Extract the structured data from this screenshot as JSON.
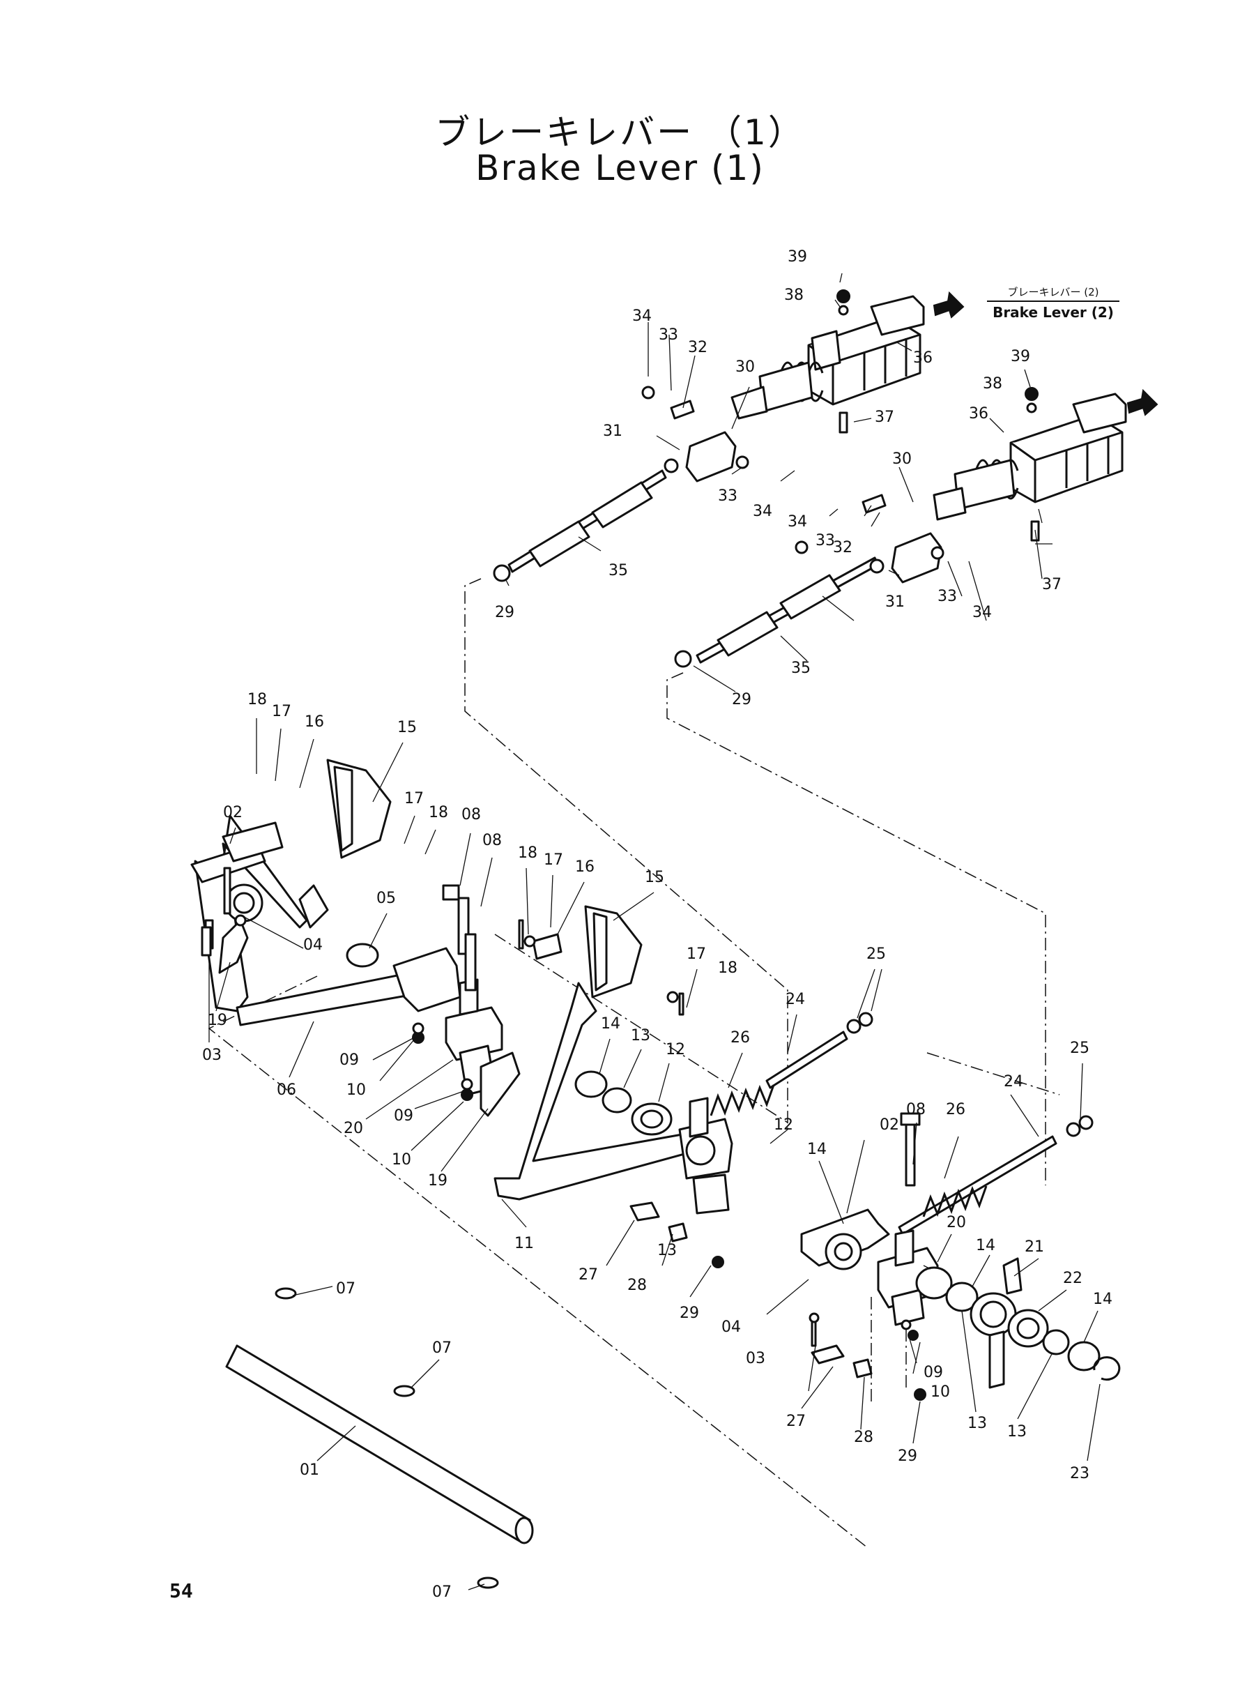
{
  "title": {
    "japanese": "ブレーキレバー （1）",
    "english": "Brake Lever (1)"
  },
  "cross_reference": {
    "japanese": "ブレーキレバー (2)",
    "english": "Brake Lever (2)"
  },
  "page_number": "54",
  "callouts": [
    "39",
    "38",
    "34",
    "33",
    "32",
    "30",
    "36",
    "31",
    "37",
    "39",
    "38",
    "36",
    "33",
    "34",
    "30",
    "34",
    "33",
    "32",
    "35",
    "29",
    "31",
    "33",
    "34",
    "37",
    "35",
    "29",
    "18",
    "17",
    "16",
    "15",
    "02",
    "17",
    "18",
    "08",
    "08",
    "05",
    "04",
    "03",
    "19",
    "06",
    "09",
    "10",
    "18",
    "17",
    "16",
    "15",
    "17",
    "18",
    "25",
    "24",
    "26",
    "14",
    "13",
    "12",
    "20",
    "09",
    "10",
    "19",
    "11",
    "25",
    "24",
    "08",
    "26",
    "12",
    "02",
    "14",
    "20",
    "27",
    "28",
    "13",
    "29",
    "04",
    "14",
    "21",
    "03",
    "09",
    "10",
    "22",
    "14",
    "27",
    "28",
    "13",
    "13",
    "29",
    "23",
    "07",
    "07",
    "01",
    "07"
  ]
}
